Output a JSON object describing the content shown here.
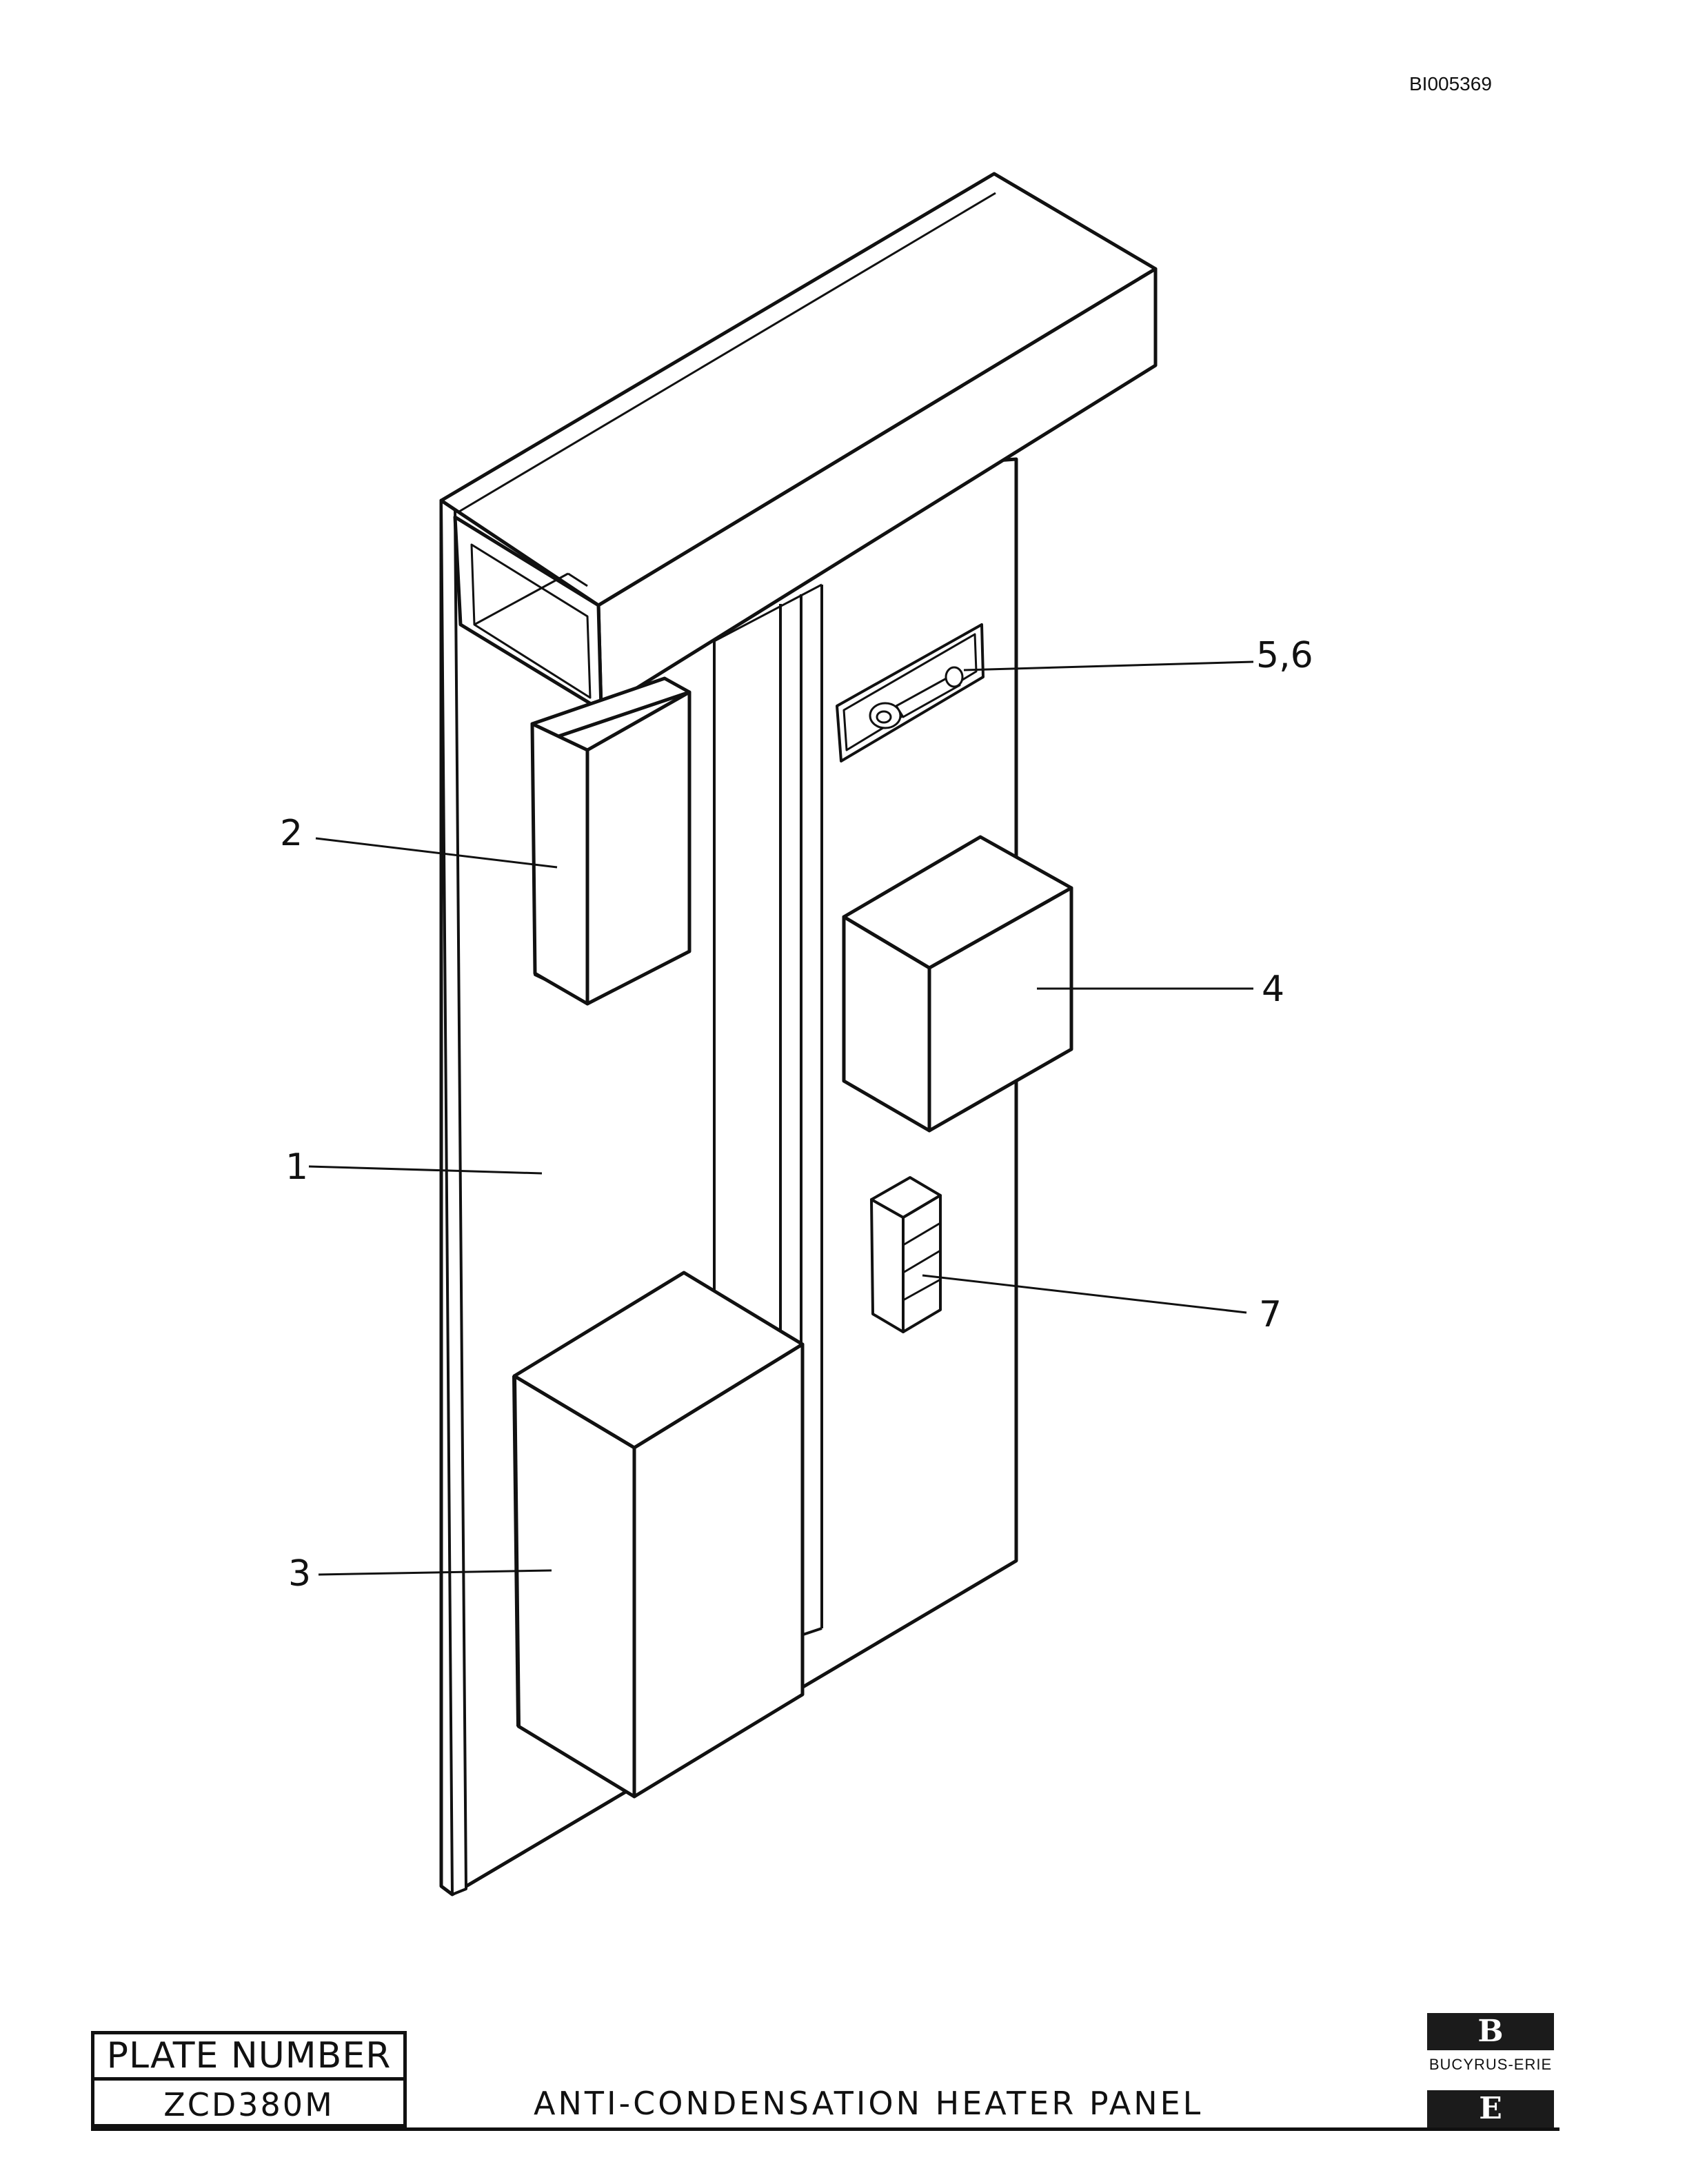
{
  "document": {
    "doc_id": "BI005369",
    "plate_number_label": "PLATE NUMBER",
    "plate_number": "ZCD380M",
    "title": "ANTI-CONDENSATION HEATER PANEL"
  },
  "logo": {
    "letter_top": "B",
    "letter_bottom": "E",
    "company": "BUCYRUS-ERIE"
  },
  "callouts": [
    {
      "id": "1",
      "text": "1",
      "part": "panel-backplate"
    },
    {
      "id": "2",
      "text": "2",
      "part": "upper-left-box"
    },
    {
      "id": "3",
      "text": "3",
      "part": "large-lower-box"
    },
    {
      "id": "4",
      "text": "4",
      "part": "right-box"
    },
    {
      "id": "5,6",
      "text": "5,6",
      "part": "fuse-holder"
    },
    {
      "id": "7",
      "text": "7",
      "part": "terminal-block"
    }
  ],
  "colors": {
    "ink": "#111111",
    "paper": "#ffffff"
  }
}
